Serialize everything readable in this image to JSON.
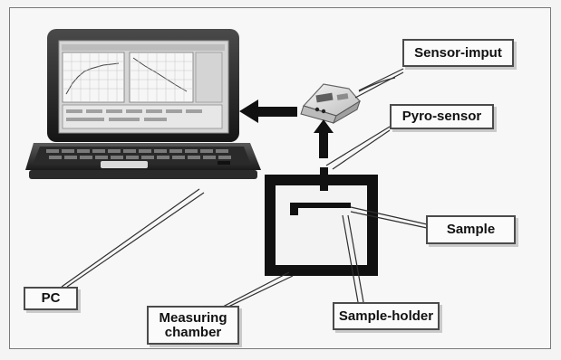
{
  "labels": {
    "sensor_input": "Sensor-imput",
    "pyro_sensor": "Pyro-sensor",
    "sample": "Sample",
    "pc": "PC",
    "measuring_chamber_line1": "Measuring",
    "measuring_chamber_line2": "chamber",
    "sample_holder": "Sample-holder"
  },
  "icons": {
    "laptop": "laptop-icon",
    "sensor_device": "sensor-device-icon",
    "measuring_chamber": "measuring-chamber-icon",
    "pyro_sensor": "pyro-sensor-icon",
    "sample_holder": "sample-holder-icon"
  },
  "colors": {
    "line": "#2f2f2f",
    "dark": "#111111",
    "screen": "#cfcfcf",
    "panel": "#ececec"
  }
}
